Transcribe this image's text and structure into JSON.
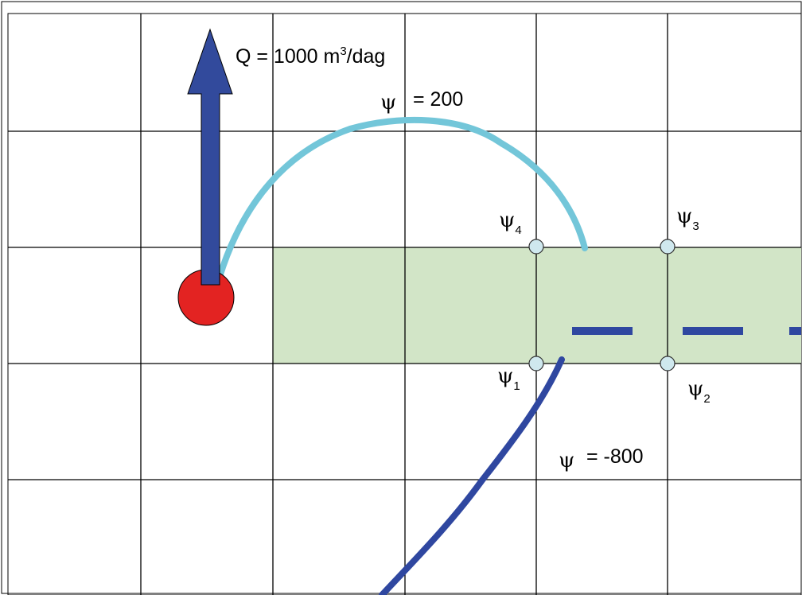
{
  "colors": {
    "grid": "#000000",
    "cell_fill": "#d2e5c7",
    "well": "#e32322",
    "arrow": "#324a9c",
    "streamline_upper": "#73c6d9",
    "streamline_lower": "#2f47a0",
    "node": "#cfe8ee",
    "dashes": "#2f47a0"
  },
  "flow": {
    "label_prefix": "Q = 1000 m",
    "label_exponent": "3",
    "label_suffix": "/dag"
  },
  "streamlines": {
    "upper": {
      "symbol": "ψ",
      "label": "= 200"
    },
    "lower": {
      "symbol": "ψ",
      "label": "= -800"
    }
  },
  "nodes": [
    {
      "symbol": "ψ",
      "index": "1"
    },
    {
      "symbol": "ψ",
      "index": "2"
    },
    {
      "symbol": "ψ",
      "index": "3"
    },
    {
      "symbol": "ψ",
      "index": "4"
    }
  ]
}
